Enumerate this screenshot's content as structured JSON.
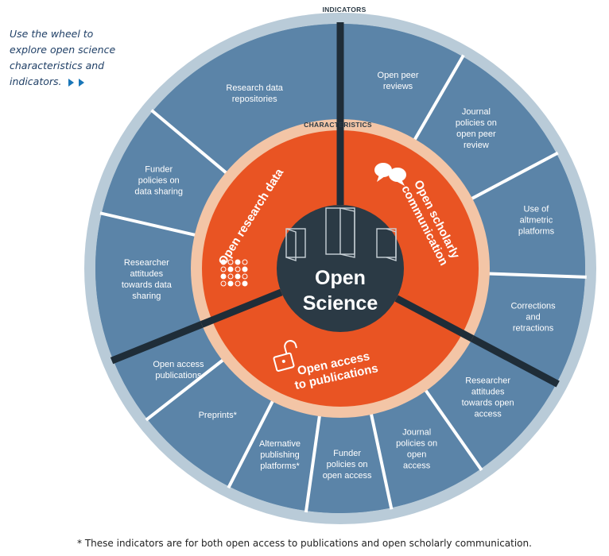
{
  "intro": {
    "text": "Use the wheel to explore open science characteristics and indicators.",
    "nav_icons": [
      "triangle-right-icon",
      "triangle-right-icon"
    ]
  },
  "wheel": {
    "outer_title": "INDICATORS",
    "inner_title": "CHARACTERISTICS",
    "center": [
      "Open",
      "Science"
    ],
    "characteristics": [
      {
        "label": "Open research data",
        "icon": "data-grid-icon"
      },
      {
        "label": "Open scholarly communication",
        "lines": [
          "Open scholarly",
          "communication"
        ],
        "icon": "speech-bubbles-icon"
      },
      {
        "label": "Open access to publications",
        "lines": [
          "Open access",
          "to publications"
        ],
        "icon": "open-padlock-icon"
      }
    ],
    "indicators": [
      {
        "lines": [
          "Open peer",
          "reviews"
        ]
      },
      {
        "lines": [
          "Journal",
          "policies on",
          "open peer",
          "review"
        ]
      },
      {
        "lines": [
          "Use of",
          "altmetric",
          "platforms"
        ]
      },
      {
        "lines": [
          "Corrections",
          "and",
          "retractions"
        ]
      },
      {
        "lines": [
          "Researcher",
          "attitudes",
          "towards open",
          "access"
        ]
      },
      {
        "lines": [
          "Journal",
          "policies on",
          "open",
          "access"
        ]
      },
      {
        "lines": [
          "Funder",
          "policies on",
          "open access"
        ]
      },
      {
        "lines": [
          "Alternative",
          "publishing",
          "platforms*"
        ]
      },
      {
        "lines": [
          "Preprints*"
        ]
      },
      {
        "lines": [
          "Open access",
          "publications"
        ]
      },
      {
        "lines": [
          "Researcher",
          "attitudes",
          "towards data",
          "sharing"
        ]
      },
      {
        "lines": [
          "Funder",
          "policies on",
          "data sharing"
        ]
      },
      {
        "lines": [
          "Research data",
          "repositories"
        ]
      }
    ],
    "colors": {
      "outer_ring": "#b9cbd8",
      "indicator": "#5b84a8",
      "divider": "#ffffff",
      "thick_divider": "#1f2d38",
      "characteristics_ring": "#f3c5a6",
      "characteristic": "#e95423",
      "center": "#2b3a45"
    }
  },
  "footnote": "* These indicators are for both open access to publications and open scholarly communication."
}
